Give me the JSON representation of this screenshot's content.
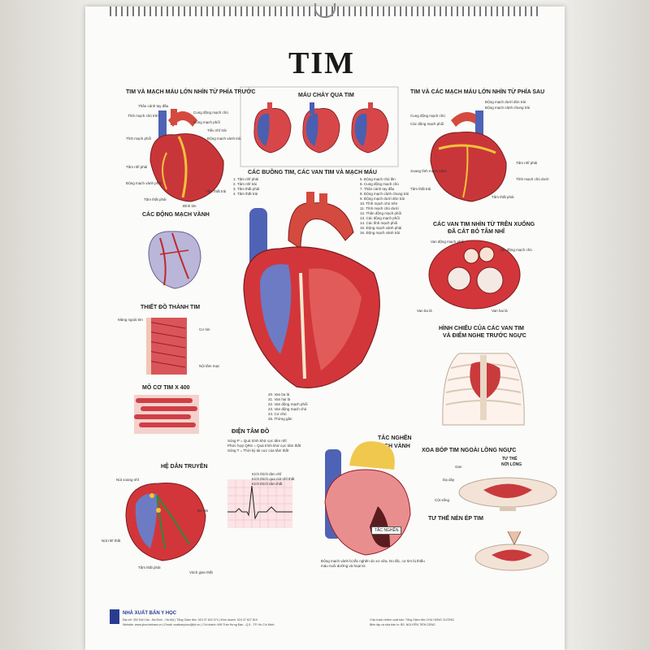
{
  "poster": {
    "title": "TIM",
    "sections": {
      "front_view": "TIM VÀ MẠCH MÁU LỚN NHÌN TỪ PHÍA TRƯỚC",
      "blood_flow": "MÁU CHẢY QUA TIM",
      "back_view": "TIM VÀ CÁC MẠCH MÁU LỚN NHÌN TỪ PHÍA SAU",
      "chambers": "CÁC BUỒNG TIM, CÁC VAN TIM VÀ MẠCH MÁU",
      "coronary": "CÁC ĐỘNG MẠCH VÀNH",
      "valves_top_1": "CÁC VAN TIM NHÌN TỪ TRÊN XUỐNG",
      "valves_top_2": "ĐÃ CẮT BỎ TÂM NHĨ",
      "wall": "THIẾT ĐỒ THÀNH TIM",
      "projection_1": "HÌNH CHIẾU CỦA CÁC VAN TIM",
      "projection_2": "VÀ ĐIỂM NGHE TRƯỚC NGỰC",
      "muscle": "MÔ CƠ TIM X 400",
      "ecg": "ĐIỆN TÂM ĐỒ",
      "blockage_1": "TẮC NGHẼN",
      "blockage_2": "MẠCH VÀNH",
      "conduction": "HỆ DẪN TRUYỀN",
      "massage": "XOA BÓP TIM NGOÀI LỒNG NGỰC",
      "position_1": "TƯ THẾ",
      "position_2": "NỚI LỎNG",
      "compress": "TƯ THẾ NÉN ÉP TIM",
      "blockage_tag": "TẮC NGHẼN"
    },
    "labels": {
      "a1": "Thân cánh tay đầu",
      "a2": "Tĩnh mạch chủ trên",
      "a3": "Cung động mạch chủ",
      "a4": "Động mạch phổi",
      "a5": "Tĩnh mạch phổi",
      "a6": "Tâm nhĩ phải",
      "a7": "Tâm thất phải",
      "a8": "Tâm thất trái",
      "a9": "Động mạch vành phải",
      "a10": "Động mạch vành trái",
      "a11": "Tiểu nhĩ trái",
      "a12": "Đỉnh tim",
      "b1": "Động mạch dưới đòn trái",
      "b2": "Động mạch cảnh chung trái",
      "b3": "Cung động mạch chủ",
      "b4": "Các động mạch phổi",
      "b5": "Tĩnh mạch chủ dưới",
      "b6": "Xoang tĩnh mạch vành",
      "b7": "Tâm nhĩ phải",
      "b8": "Tâm thất trái",
      "b9": "Tâm thất phải",
      "c1": "Van ba lá",
      "c2": "Van hai lá",
      "c3": "Van động mạch phổi",
      "c4": "Van động mạch chủ",
      "d1": "Màng ngoài tim",
      "d2": "Cơ tim",
      "d3": "Nội tâm mạc",
      "e1": "Nút xoang nhĩ",
      "e2": "Nút nhĩ thất",
      "e3": "Bó His",
      "e4": "Tâm thất phải",
      "e5": "Vách gian thất",
      "f1": "Kích thích tâm nhĩ",
      "f2": "Kích thích qua nút nhĩ thất",
      "f3": "Kích thích tâm thất",
      "g1": "Gan",
      "g2": "Dạ dày",
      "g3": "Cột sống"
    },
    "chambers_list": [
      "1. Tâm nhĩ phải",
      "2. Tâm nhĩ trái",
      "3. Tâm thất phải",
      "4. Tâm thất trái"
    ],
    "vessels_list": [
      "5. Động mạch chủ lên",
      "6. Cung động mạch chủ",
      "7. Thân cánh tay đầu",
      "8. Động mạch cảnh chung trái",
      "9. Động mạch dưới đòn trái",
      "10. Tĩnh mạch chủ trên",
      "11. Tĩnh mạch chủ dưới",
      "12. Thân động mạch phổi",
      "13. Các động mạch phổi",
      "14. Các tĩnh mạch phổi",
      "15. Động mạch vành phải",
      "16. Động mạch vành trái"
    ],
    "valves_list": [
      "20. Van ba lá",
      "21. Van hai lá",
      "22. Van động mạch phổi",
      "23. Van động mạch chủ",
      "24. Cơ nhú",
      "25. Thừng gân"
    ],
    "ecg_notes": [
      "Sóng P = Quá trình khử cực tâm nhĩ",
      "Phức hợp QRS = Quá trình khử cực tâm thất",
      "Sóng T = Thời kỳ tái cực của tâm thất"
    ],
    "blockage_note": "Động mạch vành bị tắc nghẽn do xơ vữa. Do tắc, cơ tim bị thiếu máu nuôi dưỡng và hoại tử.",
    "footer": {
      "publisher": "NHÀ XUẤT BẢN Y HỌC",
      "line1": "Địa chỉ: 352 Đội Cấn - Ba Đình - Hà Nội  |  Tổng Giám đốc: 024 37 622 074  |  Kinh doanh: 024 37 627 819",
      "line2": "Website: www.yhocvietnam.vn  |  Email: xuatbanyhoc@fpt.vn  |  Chi nhánh: 699 Trần Hưng Đạo - Q.5 - TP. Hồ Chí Minh",
      "credit1": "Chịu trách nhiệm xuất bản: Tổng Giám đốc CHU HÙNG CƯỜNG",
      "credit2": "Biên tập và sửa bản in: BS. NGUYỄN TIẾN DŨNG"
    }
  }
}
